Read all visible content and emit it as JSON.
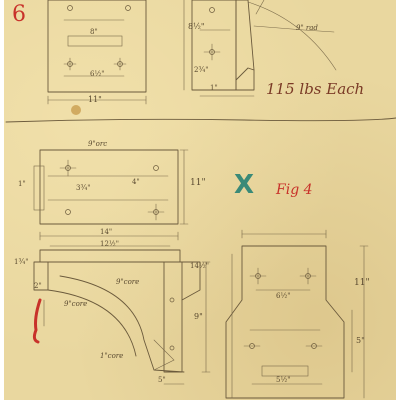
{
  "page_number": "6",
  "weight_note": "115 lbs Each",
  "figure_label": "Fig 4",
  "x_mark": "X",
  "top_dimensions": {
    "width_11": "11\"",
    "d_8_half": "8½\"",
    "d_6_half": "6½\"",
    "d_8": "8\"",
    "d_2_3q": "2¾\"",
    "d_1": "1\"",
    "rad": "9\" rad"
  },
  "middle_dimensions": {
    "top_pencil": "9\"orc",
    "w_3_3q": "3¾\"",
    "d_4": "4\"",
    "h_11": "11\"",
    "d_14": "14\"",
    "d_12_half": "12½\"",
    "d_1": "1\""
  },
  "lower_dimensions": {
    "d_1_3q": "1¾\"",
    "d_14_half": "14½\"",
    "d_2": "2\"",
    "core_9": "9\"core",
    "core_9b": "9\"core",
    "core_1": "1\"core",
    "d_9": "9\"",
    "d_5": "5\"",
    "d_11_right": "11\"",
    "d_6_half": "6½\"",
    "d_5_b": "5\"",
    "d_5_half": "5½\""
  },
  "colors": {
    "paper": "#e9d79f",
    "pencil": "#6b5a3c",
    "red_ink": "#c8322a",
    "green_pencil": "#3a8a78",
    "brown_ink": "#7a3a26"
  }
}
